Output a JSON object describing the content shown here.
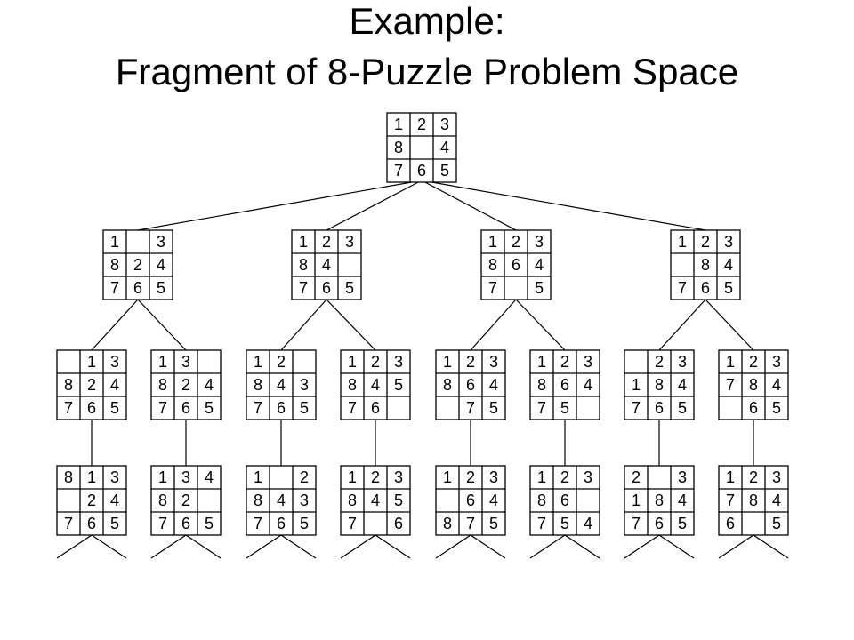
{
  "title": {
    "line1": "Example:",
    "line2": "Fragment of 8-Puzzle Problem Space"
  },
  "colors": {
    "ink": "#000000",
    "background": "#ffffff"
  },
  "tree": {
    "root": {
      "id": "root",
      "board": [
        "1",
        "2",
        "3",
        "8",
        "",
        "4",
        "7",
        "6",
        "5"
      ],
      "children": [
        {
          "id": "n1",
          "board": [
            "1",
            "",
            "3",
            "8",
            "2",
            "4",
            "7",
            "6",
            "5"
          ],
          "children": [
            {
              "id": "n1a",
              "board": [
                "",
                "1",
                "3",
                "8",
                "2",
                "4",
                "7",
                "6",
                "5"
              ],
              "children": [
                {
                  "id": "n1a1",
                  "board": [
                    "8",
                    "1",
                    "3",
                    "",
                    "2",
                    "4",
                    "7",
                    "6",
                    "5"
                  ],
                  "children": [],
                  "continues": true
                }
              ]
            },
            {
              "id": "n1b",
              "board": [
                "1",
                "3",
                "",
                "8",
                "2",
                "4",
                "7",
                "6",
                "5"
              ],
              "children": [
                {
                  "id": "n1b1",
                  "board": [
                    "1",
                    "3",
                    "4",
                    "8",
                    "2",
                    "",
                    "7",
                    "6",
                    "5"
                  ],
                  "children": [],
                  "continues": true
                }
              ]
            }
          ]
        },
        {
          "id": "n2",
          "board": [
            "1",
            "2",
            "3",
            "8",
            "4",
            "",
            "7",
            "6",
            "5"
          ],
          "children": [
            {
              "id": "n2a",
              "board": [
                "1",
                "2",
                "",
                "8",
                "4",
                "3",
                "7",
                "6",
                "5"
              ],
              "children": [
                {
                  "id": "n2a1",
                  "board": [
                    "1",
                    "",
                    "2",
                    "8",
                    "4",
                    "3",
                    "7",
                    "6",
                    "5"
                  ],
                  "children": [],
                  "continues": true
                }
              ]
            },
            {
              "id": "n2b",
              "board": [
                "1",
                "2",
                "3",
                "8",
                "4",
                "5",
                "7",
                "6",
                ""
              ],
              "children": [
                {
                  "id": "n2b1",
                  "board": [
                    "1",
                    "2",
                    "3",
                    "8",
                    "4",
                    "5",
                    "7",
                    "",
                    "6"
                  ],
                  "children": [],
                  "continues": true
                }
              ]
            }
          ]
        },
        {
          "id": "n3",
          "board": [
            "1",
            "2",
            "3",
            "8",
            "6",
            "4",
            "7",
            "",
            "5"
          ],
          "children": [
            {
              "id": "n3a",
              "board": [
                "1",
                "2",
                "3",
                "8",
                "6",
                "4",
                "",
                "7",
                "5"
              ],
              "children": [
                {
                  "id": "n3a1",
                  "board": [
                    "1",
                    "2",
                    "3",
                    "",
                    "6",
                    "4",
                    "8",
                    "7",
                    "5"
                  ],
                  "children": [],
                  "continues": true
                }
              ]
            },
            {
              "id": "n3b",
              "board": [
                "1",
                "2",
                "3",
                "8",
                "6",
                "4",
                "7",
                "5",
                ""
              ],
              "children": [
                {
                  "id": "n3b1",
                  "board": [
                    "1",
                    "2",
                    "3",
                    "8",
                    "6",
                    "",
                    "7",
                    "5",
                    "4"
                  ],
                  "children": [],
                  "continues": true
                }
              ]
            }
          ]
        },
        {
          "id": "n4",
          "board": [
            "1",
            "2",
            "3",
            "",
            "8",
            "4",
            "7",
            "6",
            "5"
          ],
          "children": [
            {
              "id": "n4a",
              "board": [
                "",
                "2",
                "3",
                "1",
                "8",
                "4",
                "7",
                "6",
                "5"
              ],
              "children": [
                {
                  "id": "n4a1",
                  "board": [
                    "2",
                    "",
                    "3",
                    "1",
                    "8",
                    "4",
                    "7",
                    "6",
                    "5"
                  ],
                  "children": [],
                  "continues": true
                }
              ]
            },
            {
              "id": "n4b",
              "board": [
                "1",
                "2",
                "3",
                "7",
                "8",
                "4",
                "",
                "6",
                "5"
              ],
              "children": [
                {
                  "id": "n4b1",
                  "board": [
                    "1",
                    "2",
                    "3",
                    "7",
                    "8",
                    "4",
                    "6",
                    "",
                    "5"
                  ],
                  "children": [],
                  "continues": true
                }
              ]
            }
          ]
        }
      ]
    }
  }
}
